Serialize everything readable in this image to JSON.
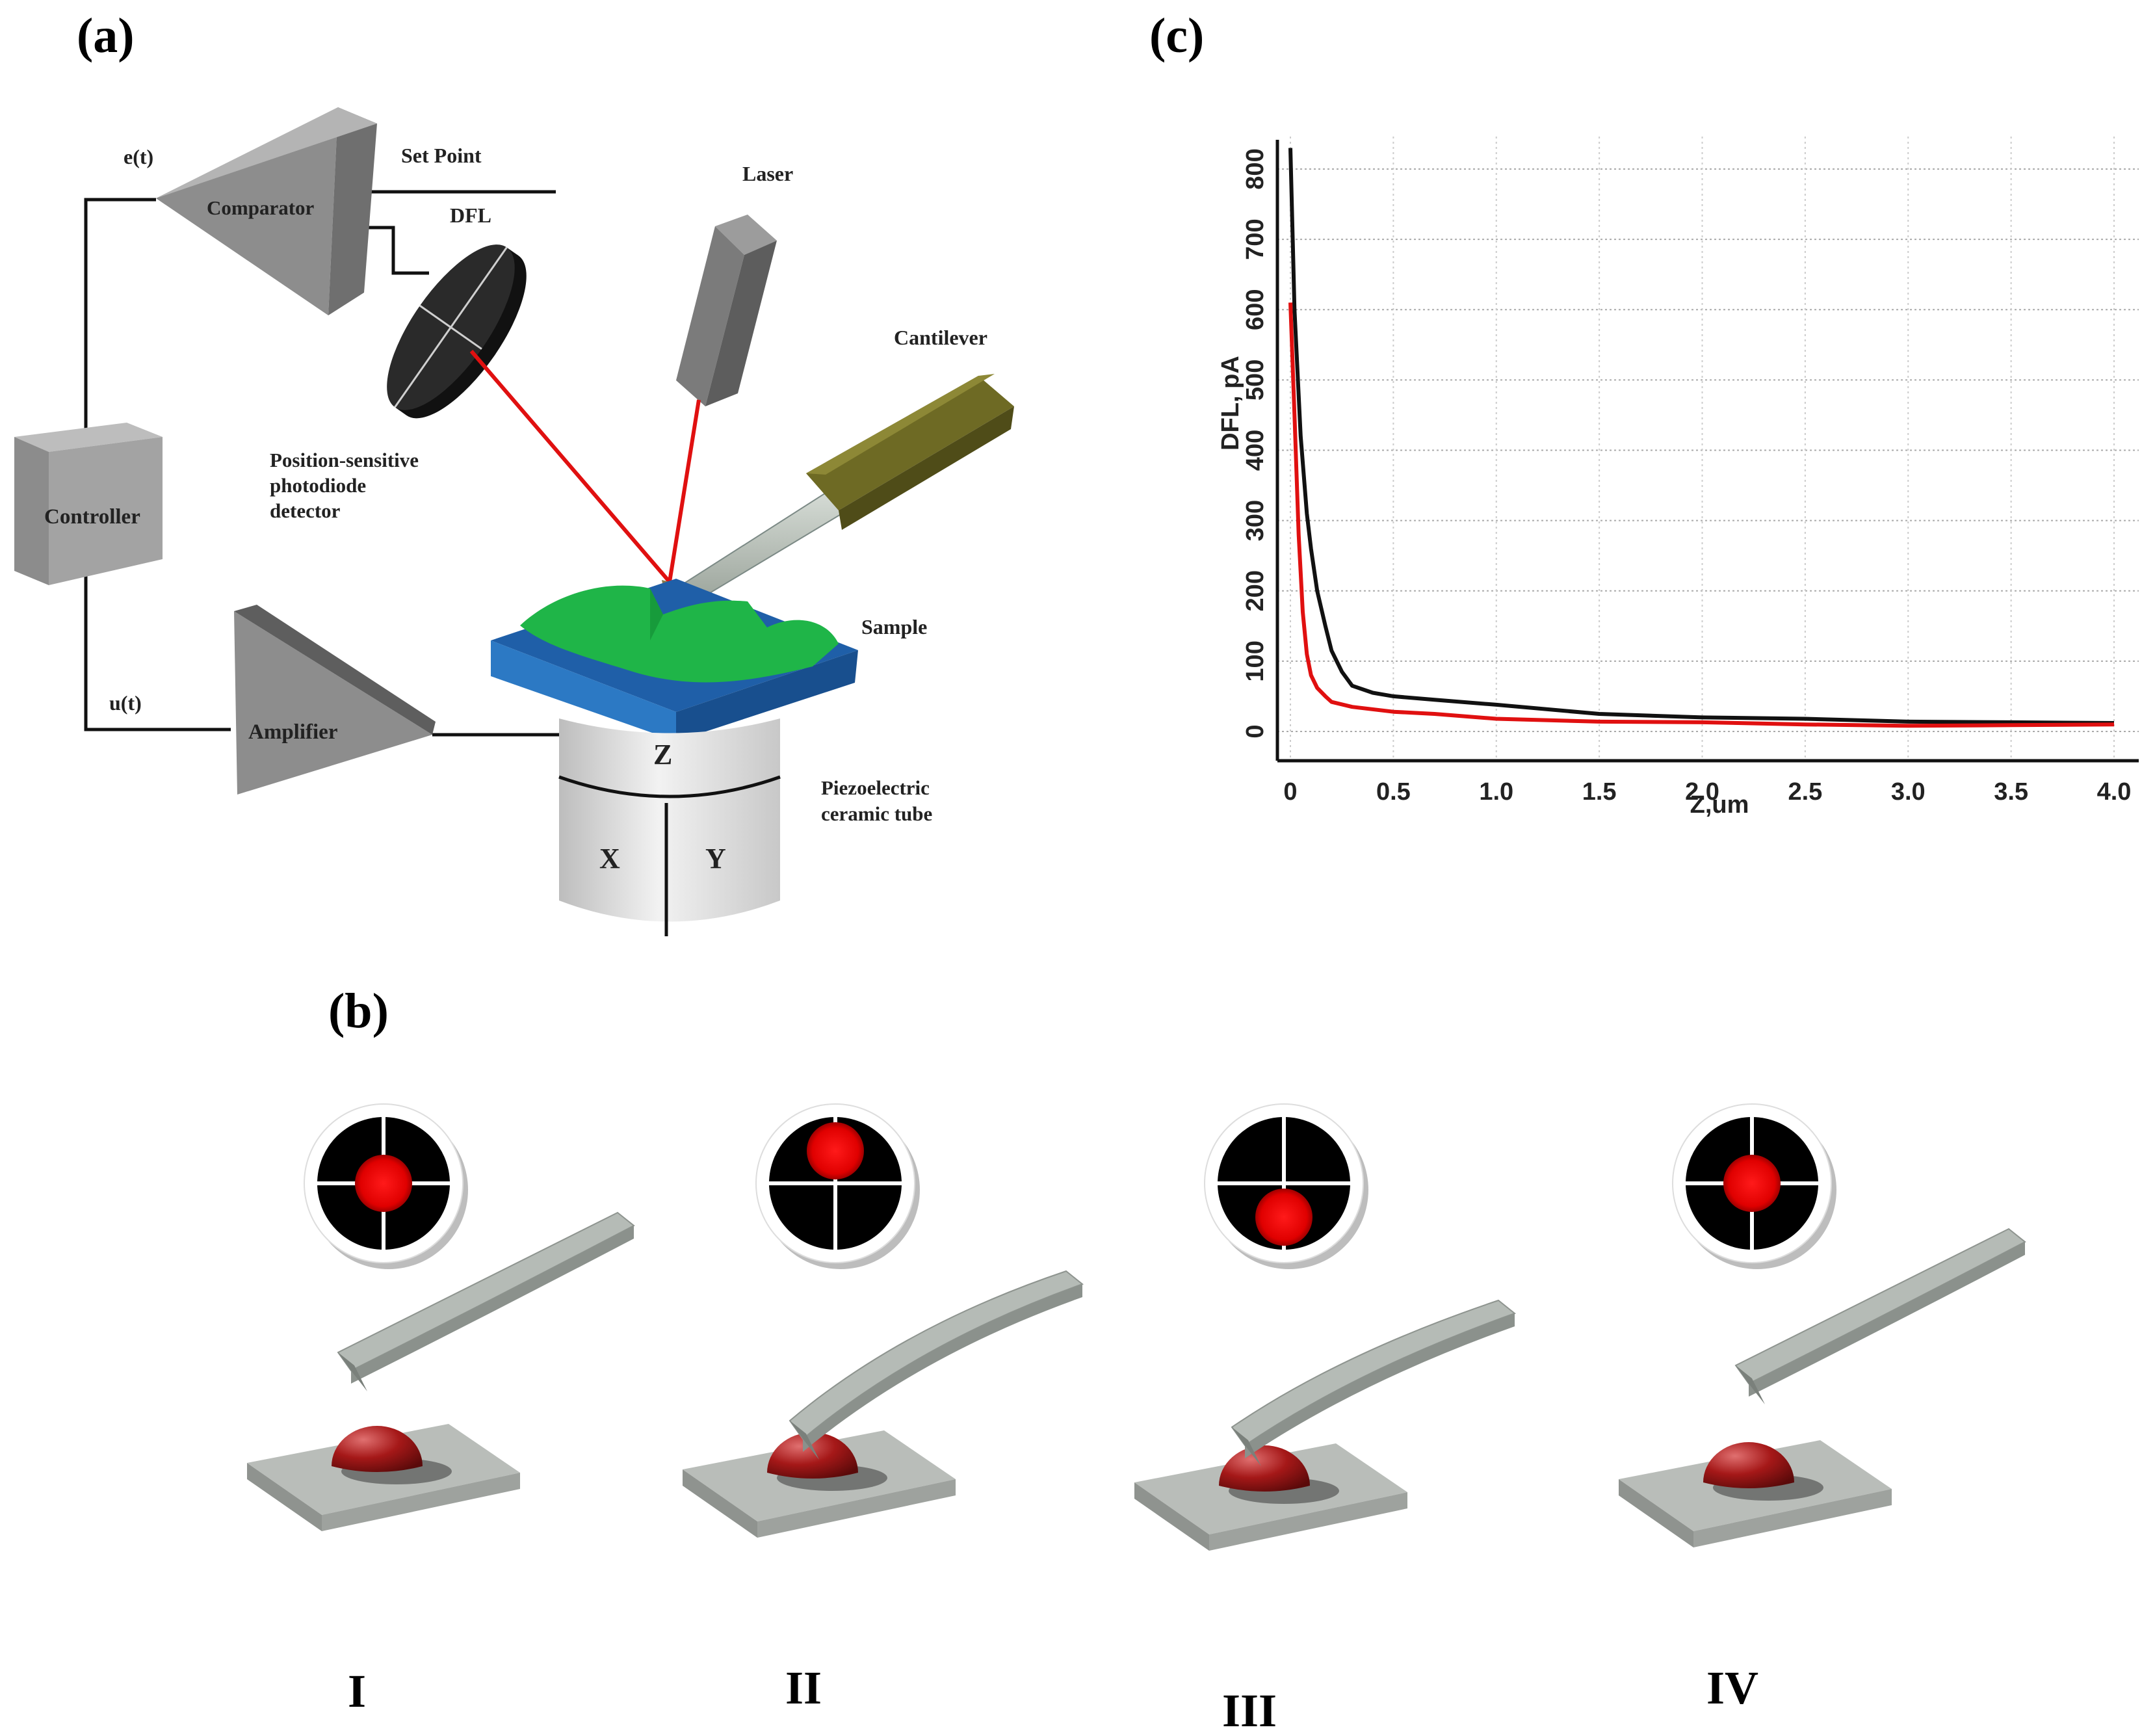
{
  "panels": {
    "a": "(a)",
    "b": "(b)",
    "c": "(c)"
  },
  "diagram_a": {
    "labels": {
      "et": "e(t)",
      "comparator": "Comparator",
      "set_point": "Set Point",
      "dfl": "DFL",
      "laser": "Laser",
      "cantilever": "Cantilever",
      "psd_line1": "Position-sensitive",
      "psd_line2": "photodiode",
      "psd_line3": "detector",
      "controller": "Controller",
      "sample": "Sample",
      "ut": "u(t)",
      "amplifier": "Amplifier",
      "z": "Z",
      "x": "X",
      "y": "Y",
      "piezo_line1": "Piezoelectric",
      "piezo_line2": "ceramic tube"
    },
    "colors": {
      "laser_beam": "#e01010",
      "sample": "#1fb548",
      "stage": "#2a6fb5",
      "gray": "#9a9a9a"
    }
  },
  "diagram_b": {
    "stages": [
      {
        "label": "I",
        "spot": "center"
      },
      {
        "label": "II",
        "spot": "top"
      },
      {
        "label": "III",
        "spot": "bottom"
      },
      {
        "label": "IV",
        "spot": "center"
      }
    ]
  },
  "chart_data": {
    "type": "line",
    "xlabel": "Z,um",
    "ylabel": "DFL, pA",
    "xlim": [
      0,
      4.0
    ],
    "ylim": [
      0,
      800
    ],
    "x_ticks": [
      "0",
      "0.5",
      "1.0",
      "1.5",
      "2.0",
      "2.5",
      "3.0",
      "3.5",
      "4.0"
    ],
    "y_ticks": [
      "0",
      "100",
      "200",
      "300",
      "400",
      "500",
      "600",
      "700",
      "800"
    ],
    "grid": true,
    "series": [
      {
        "color": "#111111",
        "x": [
          0,
          0.02,
          0.05,
          0.08,
          0.1,
          0.13,
          0.17,
          0.2,
          0.25,
          0.3,
          0.4,
          0.5,
          0.7,
          1.0,
          1.5,
          2.0,
          2.5,
          3.0,
          3.5,
          4.0
        ],
        "y": [
          830,
          600,
          420,
          310,
          260,
          200,
          150,
          115,
          85,
          65,
          55,
          50,
          45,
          38,
          25,
          20,
          18,
          14,
          13,
          12
        ]
      },
      {
        "color": "#e01010",
        "x": [
          0,
          0.02,
          0.04,
          0.06,
          0.08,
          0.1,
          0.13,
          0.17,
          0.2,
          0.3,
          0.5,
          0.7,
          1.0,
          1.5,
          2.0,
          2.5,
          3.0,
          3.5,
          4.0
        ],
        "y": [
          610,
          450,
          280,
          170,
          110,
          80,
          62,
          50,
          42,
          35,
          28,
          25,
          18,
          14,
          13,
          10,
          8,
          9,
          10
        ]
      }
    ]
  }
}
